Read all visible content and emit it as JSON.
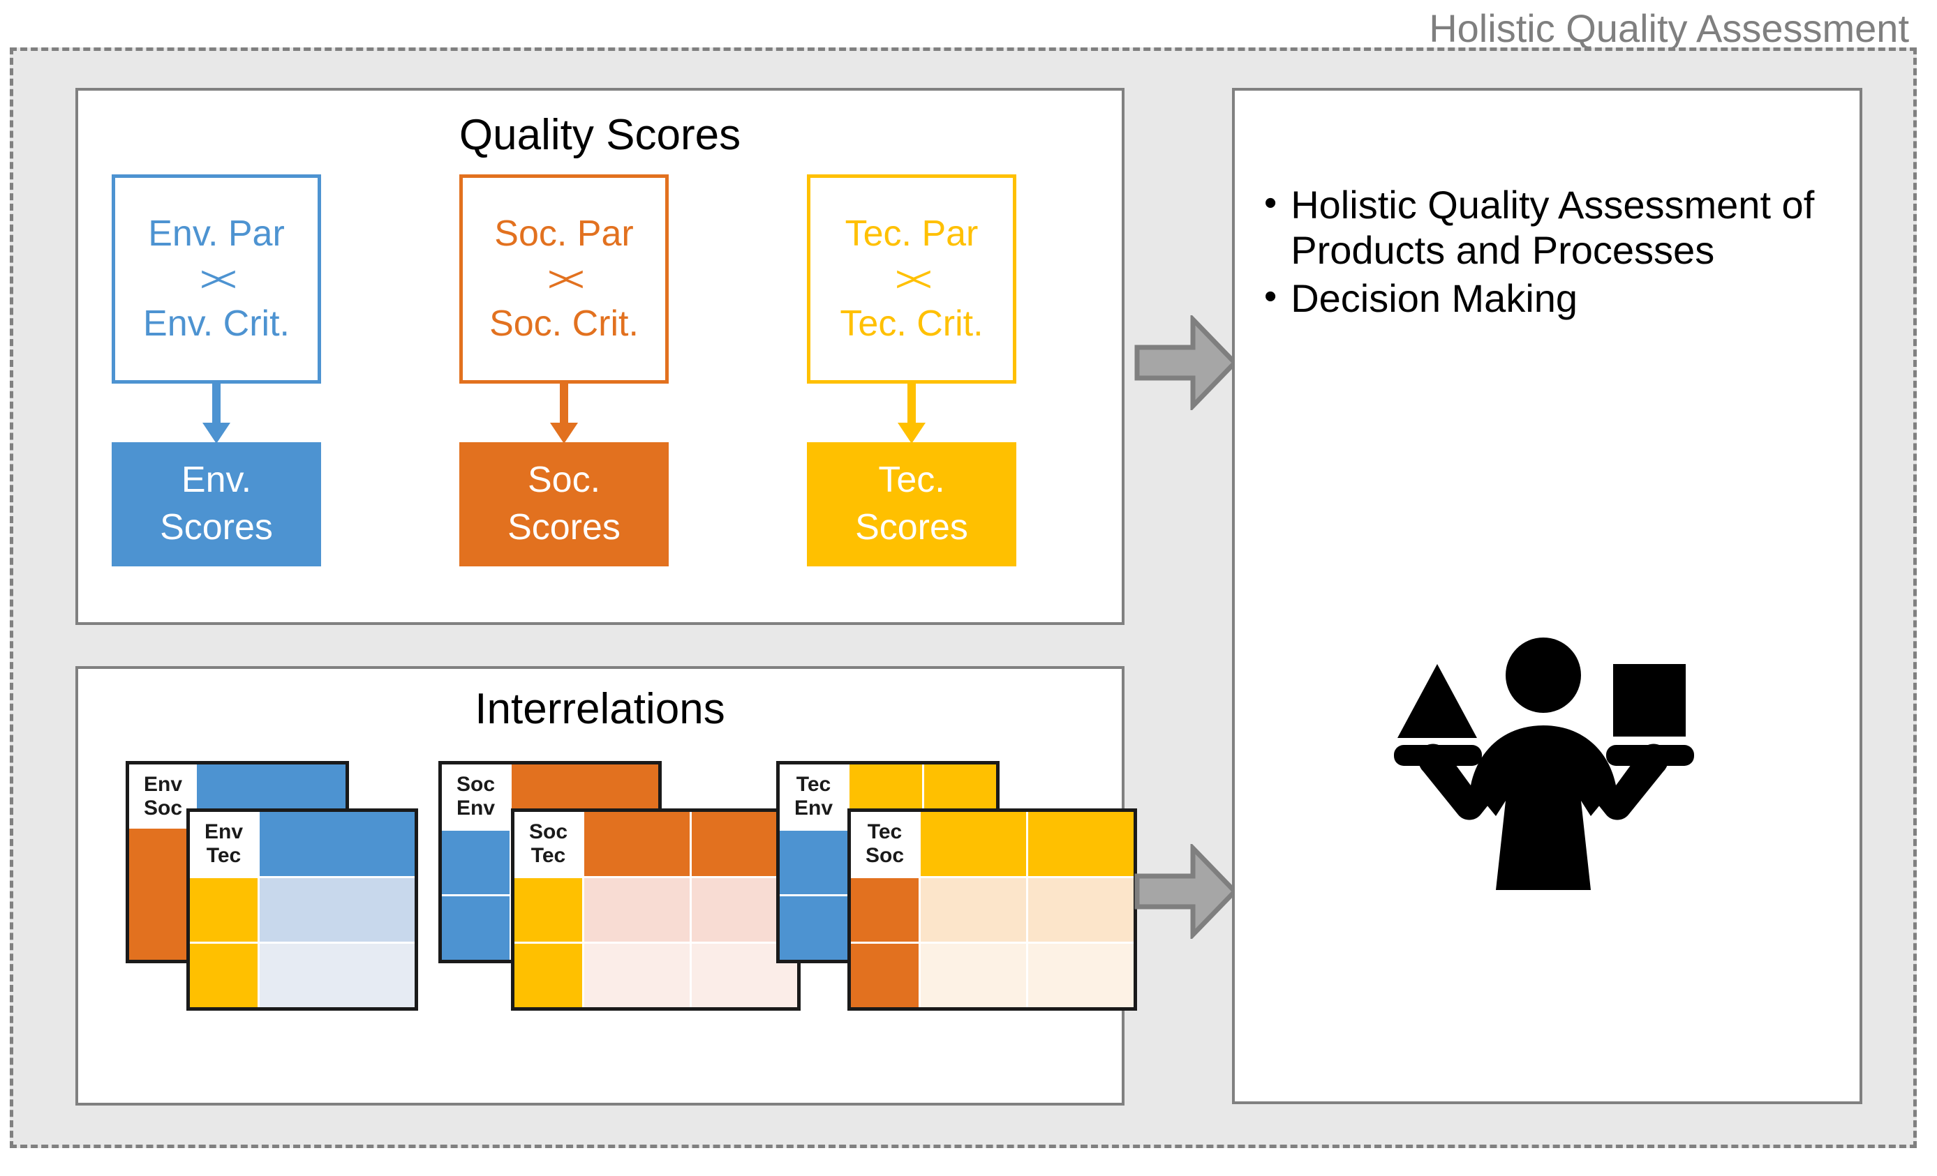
{
  "diagram": {
    "title": "Holistic Quality Assessment",
    "title_color": "#7f7f7f",
    "background": "#e8e8e8",
    "border_color": "#808080"
  },
  "colors": {
    "env": "#4D93D1",
    "soc": "#E2711F",
    "tec": "#FFC000",
    "env_light_1": "#C8D8EC",
    "env_light_2": "#E6EBF3",
    "soc_light_1": "#F8DCD3",
    "soc_light_2": "#FBEDE8",
    "tec_light_1": "#FCE5CA",
    "tec_light_2": "#FDF2E5",
    "arrow_grey": "#A6A6A6",
    "arrow_grey_border": "#7F7F7F",
    "matrix_border": "#1a1a1a",
    "white": "#ffffff"
  },
  "panels": {
    "quality": {
      "title": "Quality Scores",
      "criteria_boxes": [
        {
          "id": "env",
          "top_label": "Env. Par",
          "operator": "><",
          "bottom_label": "Env. Crit.",
          "color": "#4D93D1"
        },
        {
          "id": "soc",
          "top_label": "Soc. Par",
          "operator": "><",
          "bottom_label": "Soc. Crit.",
          "color": "#E2711F"
        },
        {
          "id": "tec",
          "top_label": "Tec. Par",
          "operator": "><",
          "bottom_label": "Tec. Crit.",
          "color": "#FFC000"
        }
      ],
      "score_boxes": [
        {
          "id": "env",
          "line1": "Env.",
          "line2": "Scores",
          "fill": "#4D93D1"
        },
        {
          "id": "soc",
          "line1": "Soc.",
          "line2": "Scores",
          "fill": "#E2711F"
        },
        {
          "id": "tec",
          "line1": "Tec.",
          "line2": "Scores",
          "fill": "#FFC000"
        }
      ]
    },
    "interrelations": {
      "title": "Interrelations",
      "matrices": [
        {
          "id": "env-soc",
          "label_line1": "Env",
          "label_line2": "Soc",
          "header_color": "#4D93D1",
          "row_color": "#E2711F",
          "body_color_1": "#C8D8EC",
          "body_color_2": "#E6EBF3"
        },
        {
          "id": "env-tec",
          "label_line1": "Env",
          "label_line2": "Tec",
          "header_color": "#4D93D1",
          "row_color": "#FFC000",
          "body_color_1": "#C8D8EC",
          "body_color_2": "#E6EBF3"
        },
        {
          "id": "soc-env",
          "label_line1": "Soc",
          "label_line2": "Env",
          "header_color": "#E2711F",
          "row_color": "#4D93D1",
          "body_color_1": "#F8DCD3",
          "body_color_2": "#FBEDE8"
        },
        {
          "id": "soc-tec",
          "label_line1": "Soc",
          "label_line2": "Tec",
          "header_color": "#E2711F",
          "row_color": "#FFC000",
          "body_color_1": "#F8DCD3",
          "body_color_2": "#FBEDE8"
        },
        {
          "id": "tec-env",
          "label_line1": "Tec",
          "label_line2": "Env",
          "header_color": "#FFC000",
          "row_color": "#4D93D1",
          "body_color_1": "#FCE5CA",
          "body_color_2": "#FDF2E5"
        },
        {
          "id": "tec-soc",
          "label_line1": "Tec",
          "label_line2": "Soc",
          "header_color": "#FFC000",
          "row_color": "#E2711F",
          "body_color_1": "#FCE5CA",
          "body_color_2": "#FDF2E5"
        }
      ]
    },
    "output": {
      "bullets": [
        "Holistic Quality Assessment of Products and Processes",
        "Decision Making"
      ],
      "bullet_marker": "•",
      "icon": "person-holding-shapes-icon"
    }
  },
  "arrows": {
    "grey_top": "arrow-right-quality-to-output",
    "grey_bottom": "arrow-right-interrelations-to-output"
  }
}
